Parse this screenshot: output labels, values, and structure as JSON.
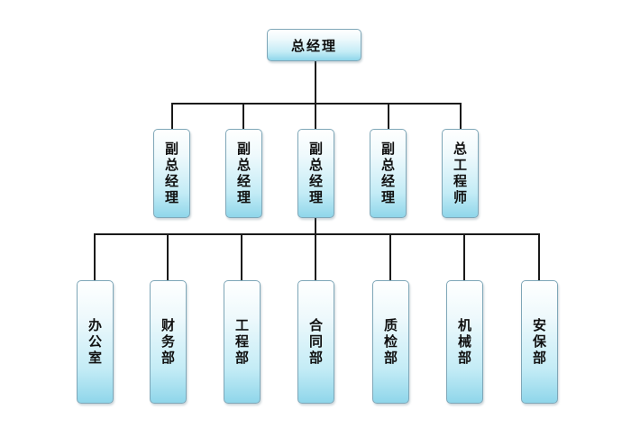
{
  "top": {
    "label": "总经理"
  },
  "level2": [
    {
      "label": "副总经理"
    },
    {
      "label": "副总经理"
    },
    {
      "label": "副总经理"
    },
    {
      "label": "副总经理"
    },
    {
      "label": "总工程师"
    }
  ],
  "departments": [
    {
      "label": "办公室"
    },
    {
      "label": "财务部"
    },
    {
      "label": "工程部"
    },
    {
      "label": "合同部"
    },
    {
      "label": "质检部"
    },
    {
      "label": "机械部"
    },
    {
      "label": "安保部"
    }
  ]
}
